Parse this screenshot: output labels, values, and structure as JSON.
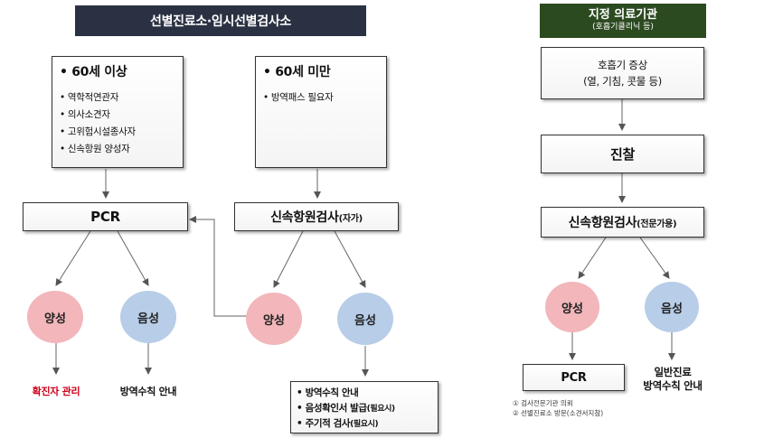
{
  "left": {
    "header": "선별진료소·임시선별검사소",
    "box60plus": {
      "title": "• 60세 이상",
      "items": [
        "• 역학적연관자",
        "• 의사소견자",
        "• 고위험시설종사자",
        "• 신속항원 양성자"
      ]
    },
    "box60minus": {
      "title": "• 60세 미만",
      "items": [
        "• 방역패스 필요자"
      ]
    },
    "pcr": "PCR",
    "rapid": {
      "main": "신속항원검사",
      "suffix": "(자가)"
    },
    "pcr_pos": "양성",
    "pcr_neg": "음성",
    "pcr_pos_result": "확진자 관리",
    "pcr_neg_result": "방역수칙 안내",
    "rapid_pos": "양성",
    "rapid_neg": "음성",
    "rapid_neg_notes": [
      {
        "main": "• 방역수칙 안내",
        "suffix": ""
      },
      {
        "main": "• 음성확인서 발급",
        "suffix": "(필요시)"
      },
      {
        "main": "• 주기적 검사",
        "suffix": "(필요시)"
      }
    ]
  },
  "right": {
    "header_title": "지정 의료기관",
    "header_sub": "(호흡기클리닉 등)",
    "symptom_line1": "호흡기 증상",
    "symptom_line2": "(열, 기침, 콧물 등)",
    "exam": "진찰",
    "rapid": {
      "main": "신속항원검사",
      "suffix": "(전문가용)"
    },
    "pos": "양성",
    "neg": "음성",
    "pcr": "PCR",
    "neg_result_line1": "일반진료",
    "neg_result_line2": "방역수칙 안내",
    "footnotes": [
      "① 검사전문기관 의뢰",
      "② 선별진료소 방문(소견서지참)"
    ]
  },
  "colors": {
    "left_header_bg": "#2a3142",
    "right_header_bg": "#2c4a20",
    "positive": "#f2b6bb",
    "negative": "#b7cde8",
    "confirmed_text": "#d0021b"
  }
}
